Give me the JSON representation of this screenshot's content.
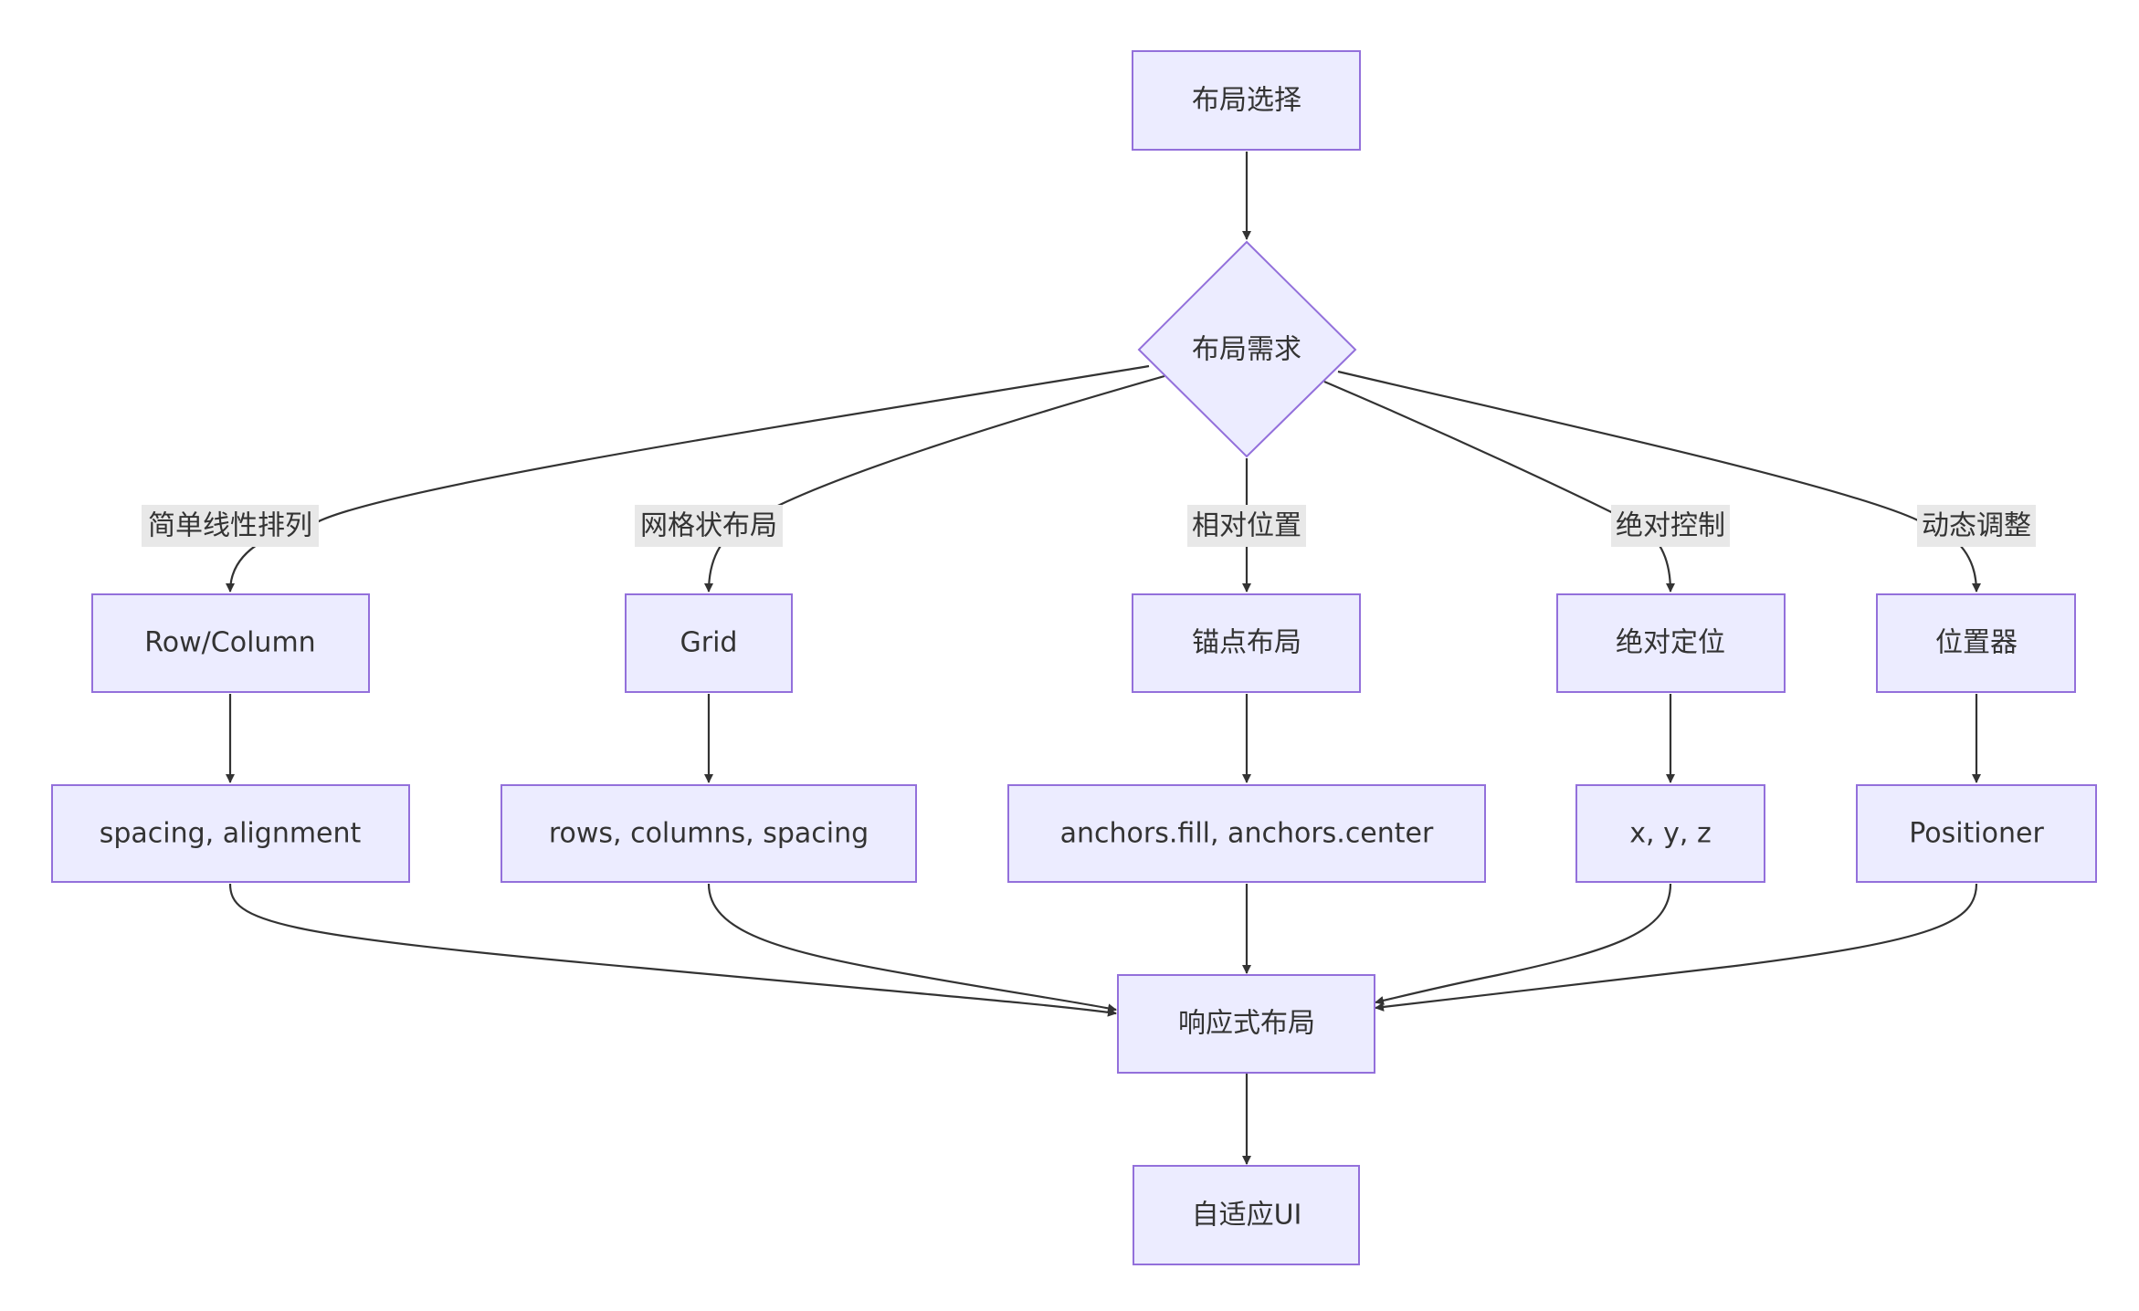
{
  "nodes": {
    "layout_choice": "布局选择",
    "layout_need": "布局需求",
    "row_column": "Row/Column",
    "grid": "Grid",
    "anchor_layout": "锚点布局",
    "absolute_position": "绝对定位",
    "positioner_cn": "位置器",
    "spacing_alignment": "spacing, alignment",
    "rows_columns_spacing": "rows, columns, spacing",
    "anchors_props": "anchors.fill, anchors.center",
    "xyz": "x, y, z",
    "positioner": "Positioner",
    "responsive_layout": "响应式布局",
    "adaptive_ui": "自适应UI"
  },
  "edge_labels": {
    "simple_linear": "简单线性排列",
    "grid_like": "网格状布局",
    "relative_position": "相对位置",
    "absolute_control": "绝对控制",
    "dynamic_adjust": "动态调整"
  }
}
